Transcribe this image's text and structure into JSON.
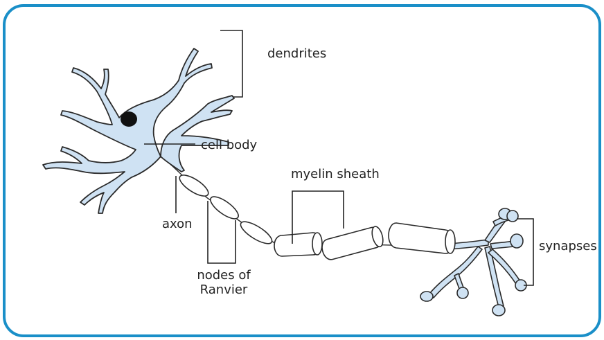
{
  "colors": {
    "frame": "#1a8fc8",
    "cell": "#cfe2f3",
    "outline": "#2a2a2a",
    "nucleus": "#111111",
    "lines": "#222222"
  },
  "labels": {
    "dendrites": "dendrites",
    "cell_body": "cell body",
    "myelin_sheath": "myelin sheath",
    "axon": "axon",
    "nodes_line1": "nodes of",
    "nodes_line2": "Ranvier",
    "synapses": "synapses"
  }
}
